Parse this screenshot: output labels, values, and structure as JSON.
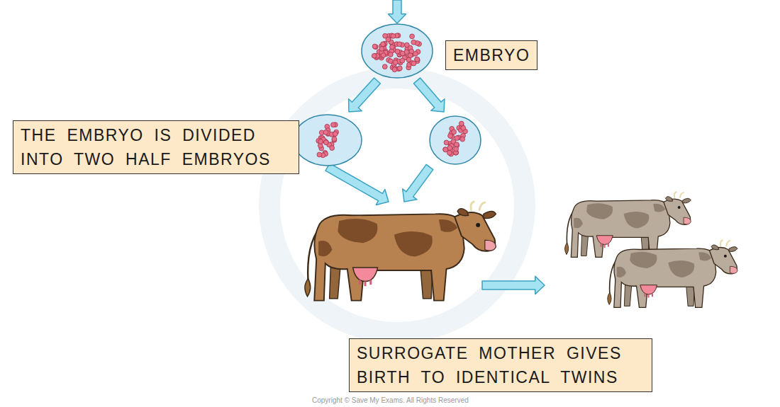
{
  "diagram": {
    "nodes": [
      {
        "text": [
          "EMBRYO"
        ]
      },
      {
        "text": [
          "THE EMBRYO IS DIVIDED INTO TWO HALF EMBRYOS"
        ]
      },
      {
        "text": [
          "SURROGATE MOTHER GIVES BIRTH TO IDENTICAL TWINS"
        ]
      }
    ],
    "labels": [
      "Copyright © Save My Exams. All Rights Reserved"
    ]
  }
}
